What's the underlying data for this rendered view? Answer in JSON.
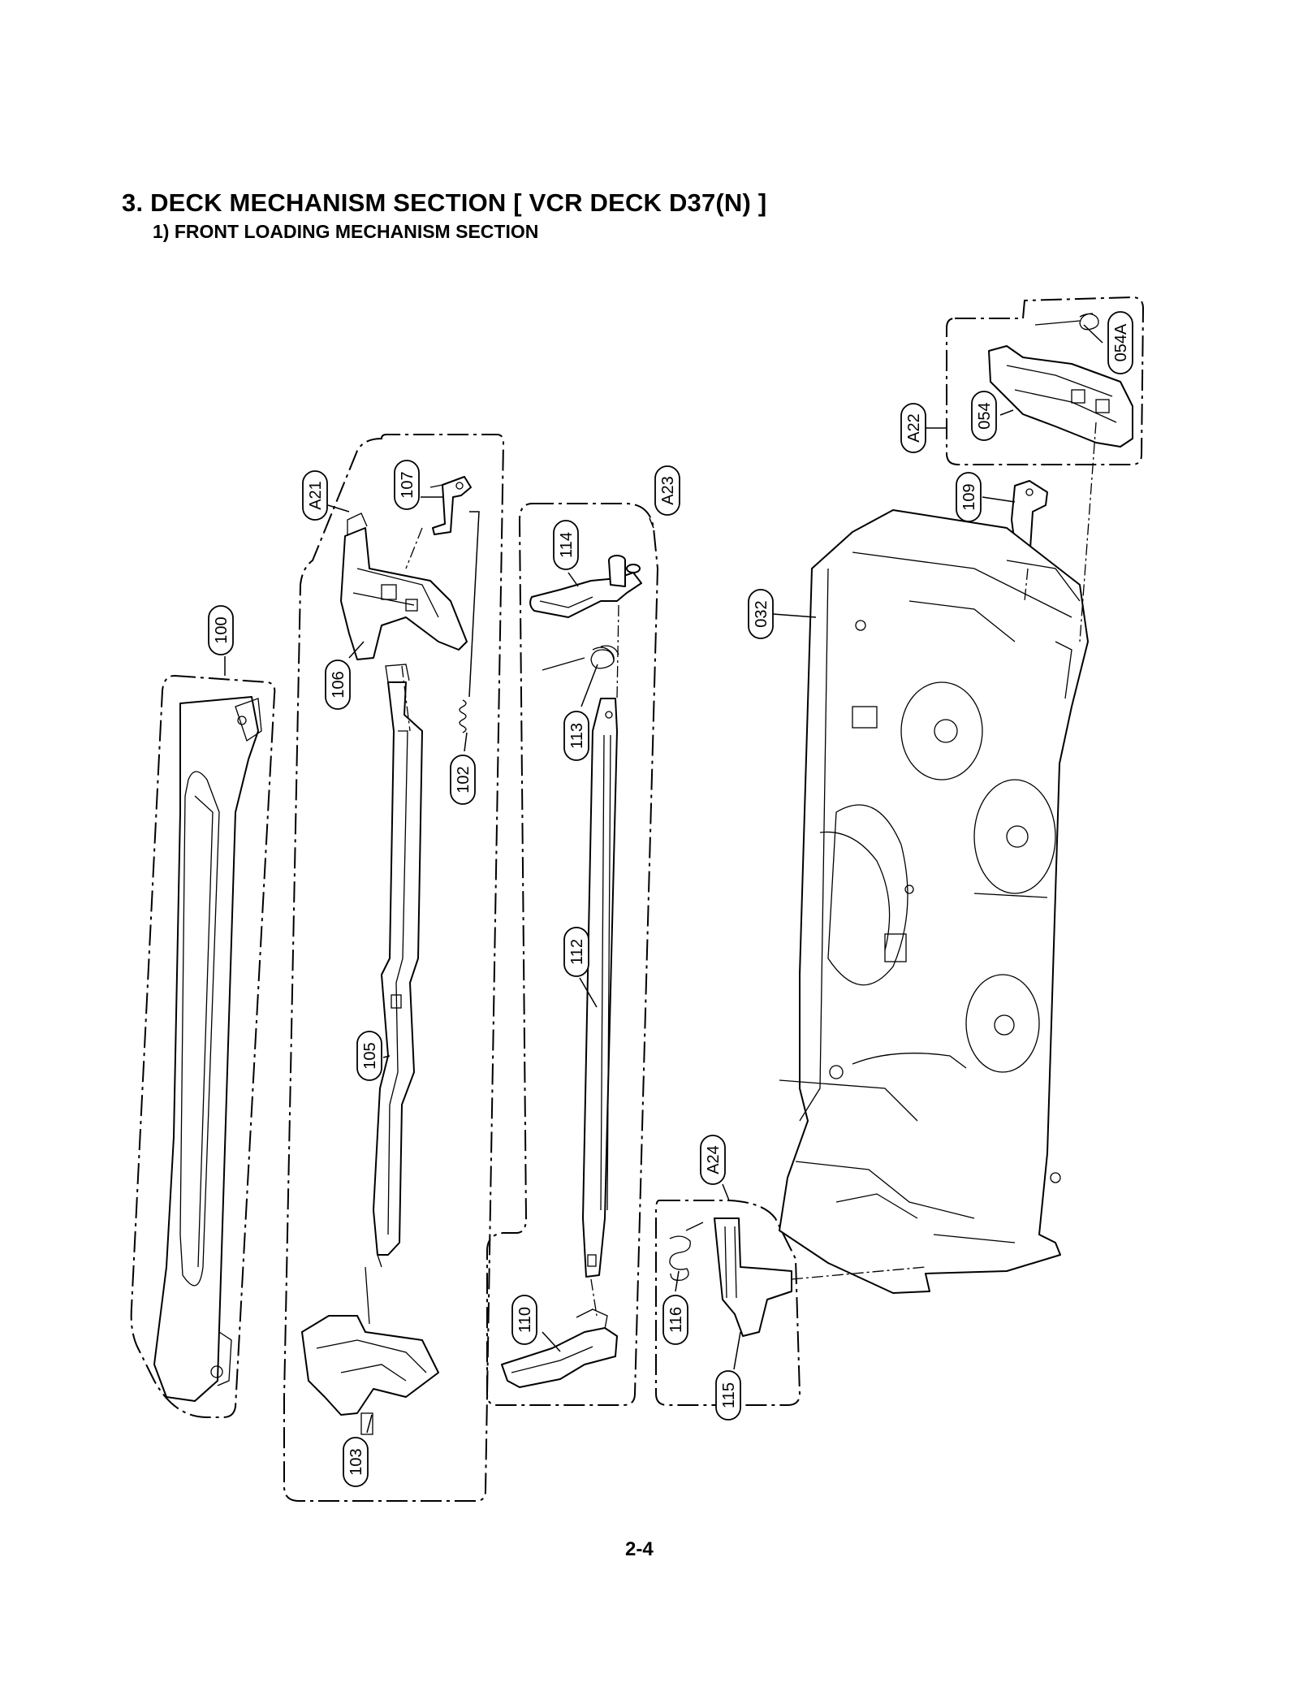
{
  "document": {
    "title": "3. DECK MECHANISM SECTION [ VCR DECK D37(N) ]",
    "subtitle": "1) FRONT LOADING MECHANISM SECTION",
    "page_number": "2-4"
  },
  "callouts": [
    {
      "id": "c-054A",
      "label": "054A"
    },
    {
      "id": "c-054",
      "label": "054"
    },
    {
      "id": "c-A22",
      "label": "A22"
    },
    {
      "id": "c-109",
      "label": "109"
    },
    {
      "id": "c-032",
      "label": "032"
    },
    {
      "id": "c-A21",
      "label": "A21"
    },
    {
      "id": "c-107",
      "label": "107"
    },
    {
      "id": "c-106",
      "label": "106"
    },
    {
      "id": "c-102",
      "label": "102"
    },
    {
      "id": "c-105",
      "label": "105"
    },
    {
      "id": "c-103",
      "label": "103"
    },
    {
      "id": "c-100",
      "label": "100"
    },
    {
      "id": "c-A23",
      "label": "A23"
    },
    {
      "id": "c-114",
      "label": "114"
    },
    {
      "id": "c-113",
      "label": "113"
    },
    {
      "id": "c-112",
      "label": "112"
    },
    {
      "id": "c-110",
      "label": "110"
    },
    {
      "id": "c-A24",
      "label": "A24"
    },
    {
      "id": "c-116",
      "label": "116"
    },
    {
      "id": "c-115",
      "label": "115"
    }
  ]
}
